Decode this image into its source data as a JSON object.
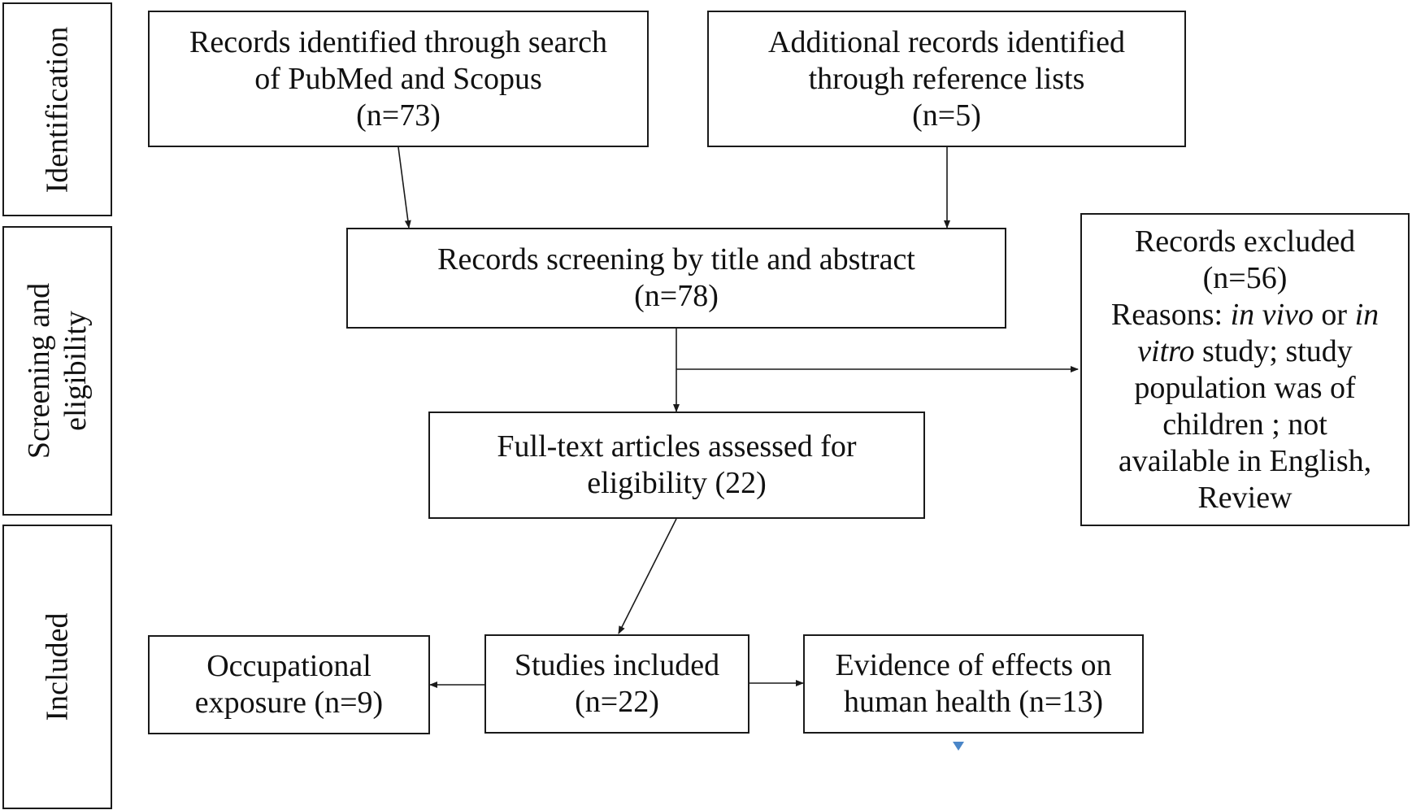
{
  "stages": {
    "identification": "Identification",
    "screening_line1": "Screening and",
    "screening_line2": "eligibility",
    "included": "Included"
  },
  "boxes": {
    "pubmed_scopus": {
      "line1": "Records identified through search",
      "line2": "of PubMed and Scopus",
      "line3": "(n=73)"
    },
    "reference_lists": {
      "line1": "Additional records identified",
      "line2": "through reference lists",
      "line3": "(n=5)"
    },
    "screening": {
      "line1": "Records screening by title and abstract",
      "line2": "(n=78)"
    },
    "excluded": {
      "line1": "Records excluded",
      "line2": "(n=56)",
      "reasons_label": "Reasons: ",
      "reason_a": "in vivo",
      "or_word": " or ",
      "reason_b_part1": "in",
      "reason_b_part2": "vitro",
      "line4_rest": " study; study",
      "line5": "population was of",
      "line6": "children ; not",
      "line7": "available in English,",
      "line8": "Review"
    },
    "full_text": {
      "line1": "Full-text articles assessed for",
      "line2": "eligibility (22)"
    },
    "studies_included": {
      "line1": "Studies included",
      "line2": "(n=22)"
    },
    "occupational": {
      "line1": "Occupational",
      "line2": "exposure (n=9)"
    },
    "health_effects": {
      "line1": "Evidence of effects on",
      "line2": "human health (n=13)"
    }
  },
  "colors": {
    "stroke": "#1a1a1a",
    "marker": "#4a86c8"
  }
}
